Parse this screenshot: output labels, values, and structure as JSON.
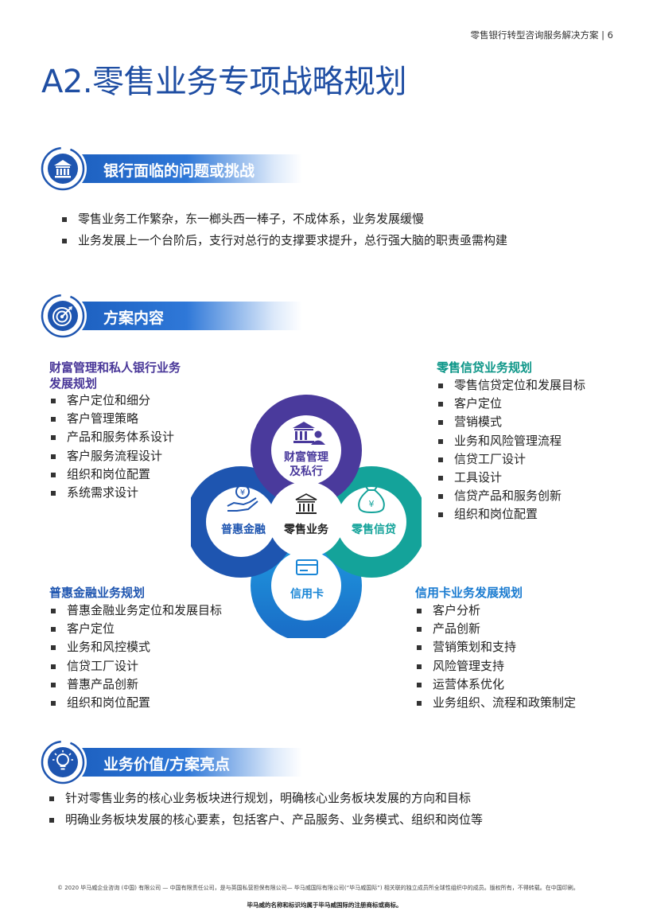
{
  "header": {
    "text": "零售银行转型咨询服务解决方案 | 6"
  },
  "title": "A2.零售业务专项战略规划",
  "sections": {
    "challenges": {
      "title": "银行面临的问题或挑战",
      "icon": "bank-icon",
      "bullets": [
        "零售业务工作繁杂，东一榔头西一棒子，不成体系，业务发展缓慢",
        "业务发展上一个台阶后，支行对总行的支撑要求提升，总行强大脑的职责亟需构建"
      ]
    },
    "solution": {
      "title": "方案内容",
      "icon": "target-icon"
    },
    "value": {
      "title": "业务价值/方案亮点",
      "icon": "lightbulb-icon",
      "bullets": [
        "针对零售业务的核心业务板块进行规划，明确核心业务板块发展的方向和目标",
        "明确业务板块发展的核心要素，包括客户、产品服务、业务模式、组织和岗位等"
      ]
    }
  },
  "groups": {
    "wealth": {
      "title_line1": "财富管理和私人银行业务",
      "title_line2": "发展规划",
      "items": [
        "客户定位和细分",
        "客户管理策略",
        "产品和服务体系设计",
        "客户服务流程设计",
        "组织和岗位配置",
        "系统需求设计"
      ]
    },
    "credit": {
      "title": "零售信贷业务规划",
      "items": [
        "零售信贷定位和发展目标",
        "客户定位",
        "营销模式",
        "业务和风险管理流程",
        "信贷工厂设计",
        "工具设计",
        "信贷产品和服务创新",
        "组织和岗位配置"
      ]
    },
    "inclusive": {
      "title": "普惠金融业务规划",
      "items": [
        "普惠金融业务定位和发展目标",
        "客户定位",
        "业务和风控模式",
        "信贷工厂设计",
        "普惠产品创新",
        "组织和岗位配置"
      ]
    },
    "card": {
      "title": "信用卡业务发展规划",
      "items": [
        "客户分析",
        "产品创新",
        "营销策划和支持",
        "风险管理支持",
        "运营体系优化",
        "业务组织、流程和政策制定"
      ]
    }
  },
  "diagram": {
    "center": "零售业务",
    "top": "财富管理\n及私行",
    "top_line1": "财富管理",
    "top_line2": "及私行",
    "left": "普惠金融",
    "right": "零售信贷",
    "bottom": "信用卡",
    "colors": {
      "top": "#4a3a9c",
      "left": "#1e55b0",
      "right": "#14a39a",
      "bottom": "#1a86d6"
    }
  },
  "footer": {
    "note": "© 2020 毕马威企业咨询 (中国) 有限公司 — 中国有限责任公司，是与英国私营担保有限公司— 毕马威国际有限公司(“毕马威国际”) 相关联的独立成员所全球性组织中的成员。版权所有，不得转载。在中国印刷。",
    "trademark": "毕马威的名称和标识均属于毕马威国际的注册商标或商标。"
  }
}
